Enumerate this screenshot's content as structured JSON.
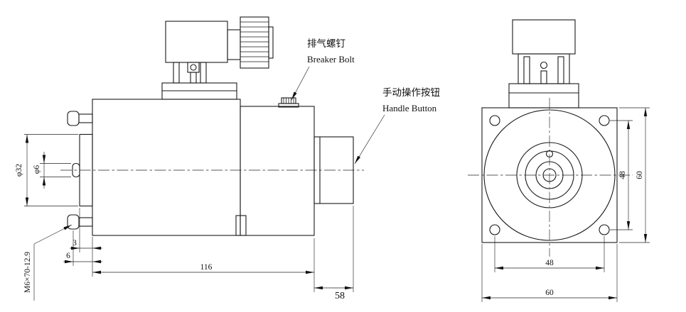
{
  "annotations": {
    "breaker_bolt": {
      "cn": "排气螺钉",
      "en": "Breaker Bolt"
    },
    "handle_button": {
      "cn": "手动操作按钮",
      "en": "Handle Button"
    }
  },
  "side_view": {
    "dims": {
      "phi32": "φ32",
      "phi6": "φ6",
      "stud_spec": "M6×70-12.9",
      "d3": "3",
      "d6": "6",
      "d116": "116",
      "d58": "58"
    }
  },
  "front_view": {
    "dims": {
      "hole_pitch_v": "48",
      "height": "60",
      "hole_pitch_h": "48",
      "width": "60"
    }
  }
}
